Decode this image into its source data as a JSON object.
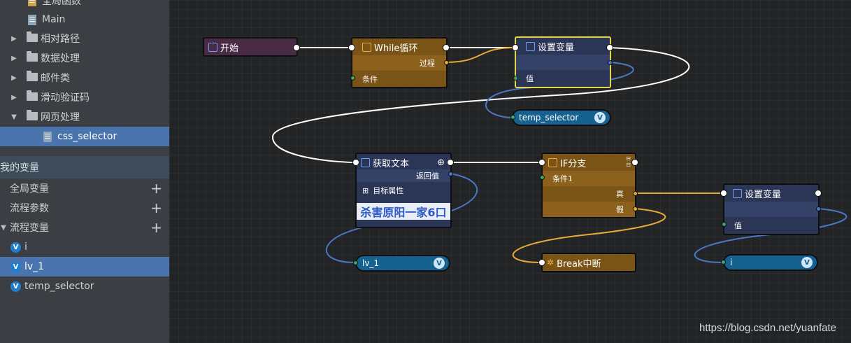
{
  "sidebar": {
    "tree": [
      {
        "label": "全局函数",
        "kind": "fx"
      },
      {
        "label": "Main",
        "kind": "file"
      },
      {
        "label": "相对路径",
        "kind": "folder"
      },
      {
        "label": "数据处理",
        "kind": "folder"
      },
      {
        "label": "邮件类",
        "kind": "folder"
      },
      {
        "label": "滑动验证码",
        "kind": "folder"
      },
      {
        "label": "网页处理",
        "kind": "folder-open"
      },
      {
        "label": "css_selector",
        "kind": "file",
        "selected": true
      }
    ],
    "variables_header": "我的变量",
    "categories": [
      {
        "label": "全局变量"
      },
      {
        "label": "流程参数"
      },
      {
        "label": "流程变量"
      }
    ],
    "variables": [
      {
        "name": "i"
      },
      {
        "name": "lv_1",
        "selected": true
      },
      {
        "name": "temp_selector"
      }
    ]
  },
  "canvas": {
    "nodes": {
      "start": {
        "title": "开始"
      },
      "while": {
        "title": "While循环",
        "out_process": "过程",
        "in_condition": "条件"
      },
      "set1": {
        "title": "设置变量",
        "in_value": "值"
      },
      "gettext": {
        "title": "获取文本",
        "out_return": "返回值",
        "attr": "目标属性",
        "overlay_text": "杀害原阳一家6口"
      },
      "if": {
        "title": "IF分支",
        "in_cond1": "条件1",
        "out_true": "真",
        "out_false": "假"
      },
      "set2": {
        "title": "设置变量",
        "in_value": "值"
      },
      "break": {
        "title": "Break中断"
      }
    },
    "vars": {
      "temp_selector": "temp_selector",
      "lv_1": "lv_1",
      "i": "i"
    }
  },
  "watermark": "https://blog.csdn.net/yuanfate",
  "colors": {
    "accent_selected": "#4a74ad",
    "exec_wire": "#ffffff",
    "data_wire_orange": "#e9a93a",
    "data_wire_blue": "#4a78c8",
    "selected_node_border": "#e4d64a"
  }
}
